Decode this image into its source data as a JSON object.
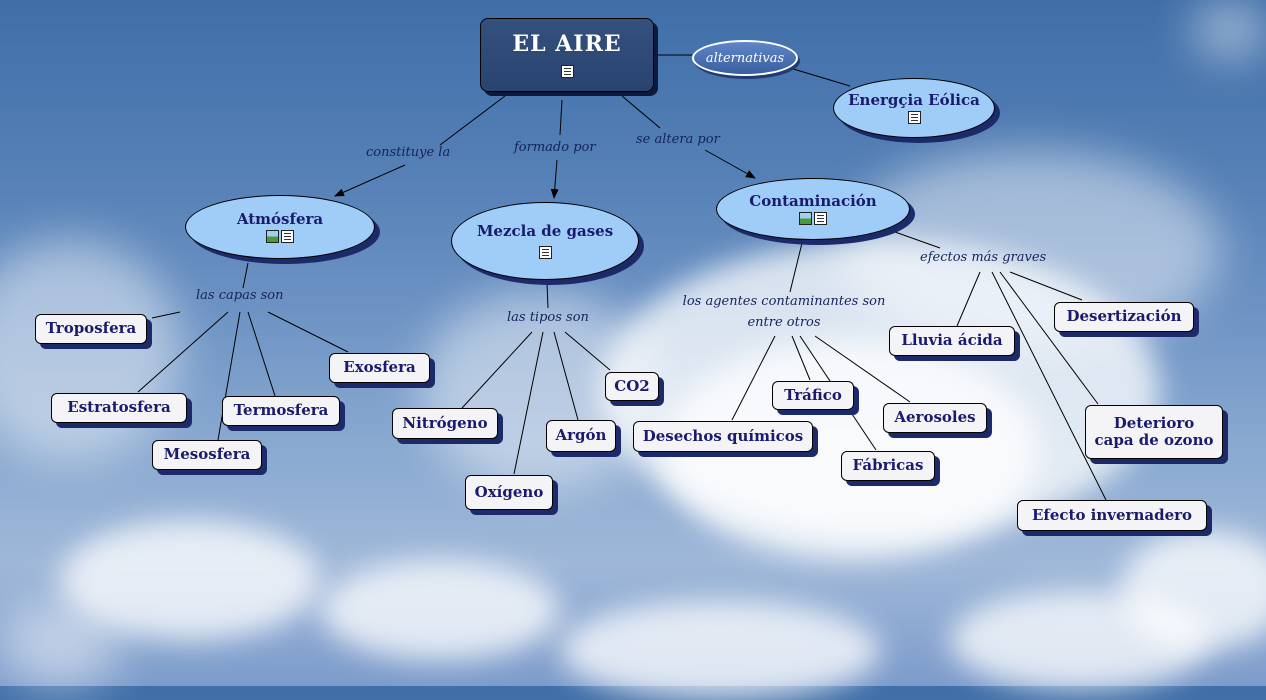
{
  "root": {
    "title": "EL AIRE"
  },
  "alternatives_label": "alternativas",
  "nodes": {
    "eolica": "Energçia Eólica",
    "atmosfera": "Atmósfera",
    "mezcla": "Mezcla de gases",
    "contaminacion": "Contaminación",
    "troposfera": "Troposfera",
    "estratosfera": "Estratosfera",
    "mesosfera": "Mesosfera",
    "termosfera": "Termosfera",
    "exosfera": "Exosfera",
    "nitrogeno": "Nitrógeno",
    "oxigeno": "Oxígeno",
    "argon": "Argón",
    "co2": "CO2",
    "desechos": "Desechos químicos",
    "trafico": "Tráfico",
    "aerosoles": "Aerosoles",
    "fabricas": "Fábricas",
    "lluvia": "Lluvia ácida",
    "desertizacion": "Desertización",
    "deterioro_1": "Deterioro",
    "deterioro_2": "capa de ozono",
    "invernadero": "Efecto invernadero"
  },
  "links": {
    "constituye": "constituye la",
    "formado": "formado por",
    "altera": "se altera por",
    "capas": "las capas son",
    "tipos": "las tipos son",
    "agentes_1": "los agentes contaminantes son",
    "agentes_2": "entre otros",
    "efectos": "efectos más graves"
  }
}
